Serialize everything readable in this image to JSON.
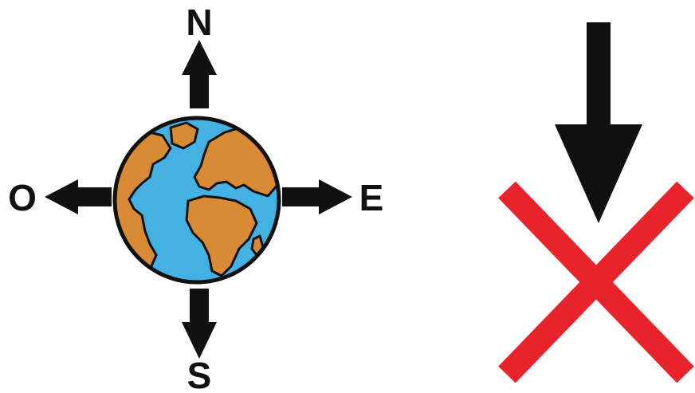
{
  "compass": {
    "north_label": "N",
    "south_label": "S",
    "east_label": "E",
    "west_label": "O"
  },
  "colors": {
    "ocean": "#43b2e3",
    "land": "#d88a35",
    "arrow": "#111111",
    "cross": "#e8232b",
    "outline": "#111111"
  },
  "icons": {
    "globe": "globe-icon",
    "down_arrow": "down-arrow-icon",
    "cross": "red-cross-icon"
  }
}
